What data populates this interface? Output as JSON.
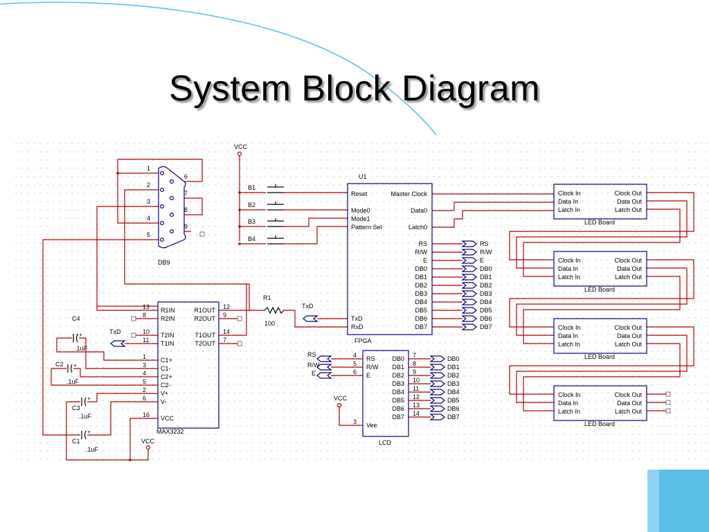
{
  "slide": {
    "title": "System Block Diagram"
  },
  "colors": {
    "wire": "#b00000",
    "part": "#000080",
    "label": "#000000",
    "deco": "#5bbfe8"
  },
  "connector_db9": {
    "label": "DB9",
    "left_pins": [
      "1",
      "2",
      "3",
      "4",
      "5"
    ],
    "right_pins": [
      "6",
      "7",
      "8",
      "9"
    ]
  },
  "power": {
    "vcc": "VCC"
  },
  "buttons": [
    "B1",
    "B2",
    "B3",
    "B4"
  ],
  "resistor": {
    "name": "R1",
    "value": "100"
  },
  "txd_port": "TxD",
  "fpga": {
    "ref": "U1",
    "label": "FPGA",
    "left": [
      "Reset",
      "Mode0",
      "Mode1",
      "Pattern Sel",
      "TxD",
      "RxD"
    ],
    "right": [
      "Master Clock",
      "Data0",
      "Latch0",
      "RS",
      "R/W",
      "E",
      "DB0",
      "DB1",
      "DB2",
      "DB3",
      "DB4",
      "DB5",
      "DB6",
      "DB7"
    ]
  },
  "fpga_ports": [
    "RS",
    "R/W",
    "E",
    "DB0",
    "DB1",
    "DB2",
    "DB3",
    "DB4",
    "DB5",
    "DB6",
    "DB7"
  ],
  "max3232": {
    "label": "MAX3232",
    "left_pins": [
      {
        "num": "13",
        "name": "R1IN"
      },
      {
        "num": "8",
        "name": "R2IN"
      },
      {
        "num": "10",
        "name": "T2IN"
      },
      {
        "num": "11",
        "name": "T1IN"
      },
      {
        "num": "1",
        "name": "C1+"
      },
      {
        "num": "3",
        "name": "C1-"
      },
      {
        "num": "4",
        "name": "C2+"
      },
      {
        "num": "5",
        "name": "C2-"
      },
      {
        "num": "2",
        "name": "V+"
      },
      {
        "num": "6",
        "name": "V-"
      },
      {
        "num": "16",
        "name": "VCC"
      }
    ],
    "right_pins": [
      {
        "num": "12",
        "name": "R1OUT"
      },
      {
        "num": "9",
        "name": "R2OUT"
      },
      {
        "num": "14",
        "name": "T1OUT"
      },
      {
        "num": "7",
        "name": "T2OUT"
      }
    ]
  },
  "capacitors": [
    {
      "name": "C4",
      "value": ".1uF"
    },
    {
      "name": "C2",
      "value": ".1uF"
    },
    {
      "name": "C3",
      "value": ".1uF"
    },
    {
      "name": "C1",
      "value": ".1uF"
    }
  ],
  "lcd": {
    "label": "LCD",
    "left": [
      {
        "num": "4",
        "name": "RS"
      },
      {
        "num": "5",
        "name": "R/W"
      },
      {
        "num": "6",
        "name": "E"
      },
      {
        "num": "3",
        "name": "Vee"
      }
    ],
    "right": [
      {
        "num": "7",
        "name": "DB0"
      },
      {
        "num": "8",
        "name": "DB1"
      },
      {
        "num": "9",
        "name": "DB2"
      },
      {
        "num": "10",
        "name": "DB3"
      },
      {
        "num": "11",
        "name": "DB4"
      },
      {
        "num": "12",
        "name": "DB5"
      },
      {
        "num": "13",
        "name": "DB6"
      },
      {
        "num": "14",
        "name": "DB7"
      }
    ],
    "in_ports": [
      "RS",
      "R/W",
      "E"
    ],
    "out_ports": [
      "DB0",
      "DB1",
      "DB2",
      "DB3",
      "DB4",
      "DB5",
      "DB6",
      "DB7"
    ]
  },
  "led_boards": [
    {
      "label": "LED Board",
      "left": [
        "Clock In",
        "Data In",
        "Latch In"
      ],
      "right": [
        "Clock Out",
        "Data Out",
        "Latch Out"
      ]
    },
    {
      "label": "LED Board",
      "left": [
        "Clock In",
        "Data In",
        "Latch In"
      ],
      "right": [
        "Clock Out",
        "Data Out",
        "Latch Out"
      ]
    },
    {
      "label": "LED Board",
      "left": [
        "Clock In",
        "Data In",
        "Latch In"
      ],
      "right": [
        "Clock Out",
        "Data Out",
        "Latch Out"
      ]
    },
    {
      "label": "LED Board",
      "left": [
        "Clock In",
        "Data In",
        "Latch In"
      ],
      "right": [
        "Clock Out",
        "Data Out",
        "Latch Out"
      ]
    }
  ]
}
